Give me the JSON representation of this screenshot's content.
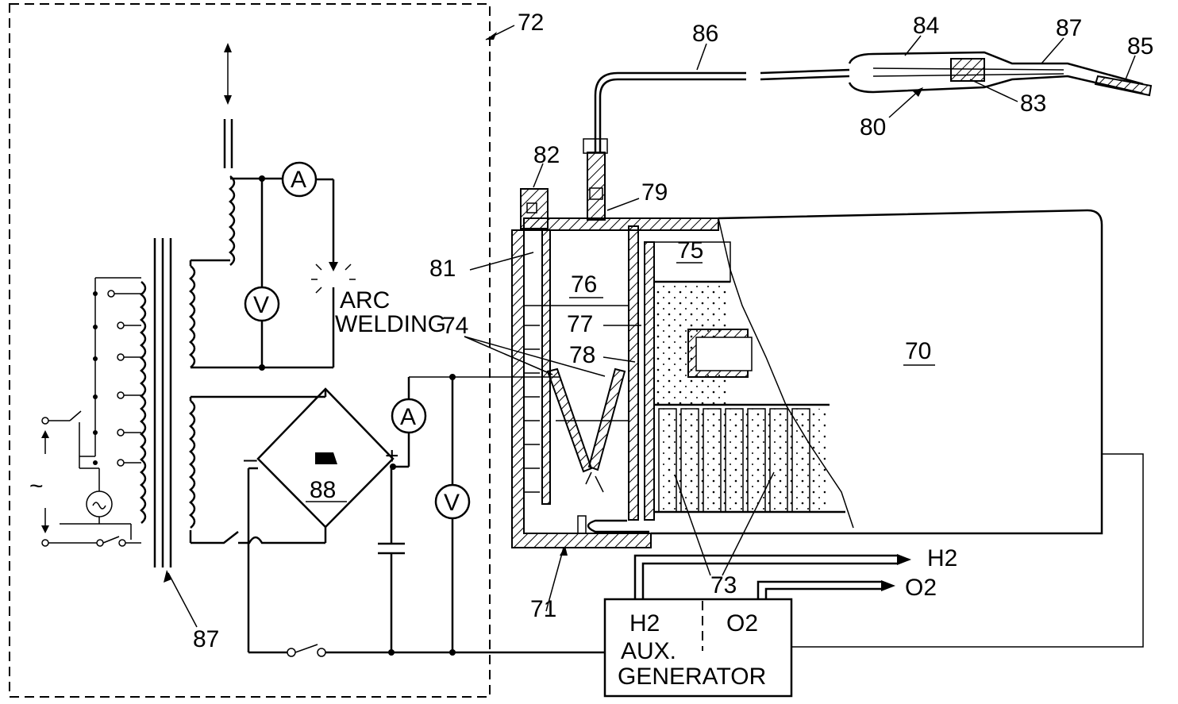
{
  "labels": {
    "ref_72": "72",
    "ref_86": "86",
    "ref_84": "84",
    "ref_87_top": "87",
    "ref_85": "85",
    "ref_83": "83",
    "ref_80": "80",
    "ref_82": "82",
    "ref_79": "79",
    "ref_81": "81",
    "ref_75": "75",
    "ref_76": "76",
    "ref_77": "77",
    "ref_78": "78",
    "ref_74": "74",
    "ref_70": "70",
    "ref_73": "73",
    "ref_71": "71",
    "ref_87_bottom": "87",
    "ref_88": "88",
    "arc_line1": "ARC",
    "arc_line2": "WELDING",
    "meter_a": "A",
    "meter_v": "V",
    "h2_out": "H2",
    "o2_out": "O2",
    "gen_h2": "H2",
    "gen_o2": "O2",
    "gen_aux": "AUX.",
    "gen_generator": "GENERATOR",
    "plus": "+",
    "minus": "–",
    "ac": "~"
  }
}
